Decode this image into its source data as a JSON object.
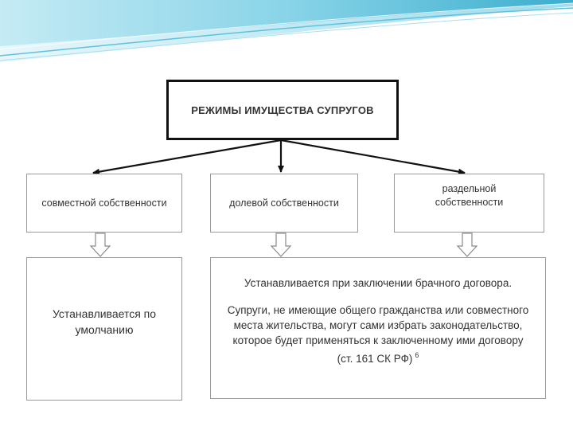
{
  "diagram": {
    "title": "РЕЖИМЫ ИМУЩЕСТВА СУПРУГОВ",
    "categories": [
      {
        "label": "совместной собственности"
      },
      {
        "label": "долевой собственности"
      },
      {
        "label_line1": "раздельной",
        "label_line2": "собственности"
      }
    ],
    "default_regime": {
      "line1": "Устанавливается по",
      "line2": "умолчанию"
    },
    "contract_regime": {
      "paragraph1": "Устанавливается при заключении брачного договора.",
      "paragraph2": "Супруги, не имеющие общего гражданства или совместного места жительства, могут сами избрать законодательство, которое будет применяться к заключенному ими договору",
      "citation": "(ст. 161 СК РФ)",
      "footnote": "6"
    }
  }
}
